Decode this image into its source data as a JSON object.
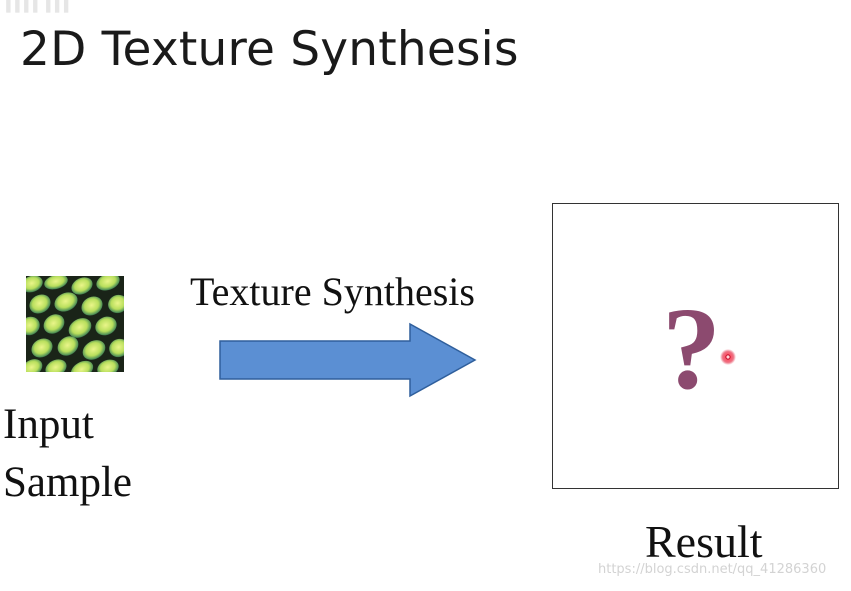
{
  "slide": {
    "top_mark": "▐▐▐▐ ▐▐▐",
    "title": "2D Texture Synthesis",
    "input_label_line1": "Input",
    "input_label_line2": "Sample",
    "arrow_caption": "Texture Synthesis",
    "result_symbol": "?",
    "result_label": "Result",
    "watermark": "https://blog.csdn.net/qq_41286360"
  },
  "colors": {
    "arrow_fill": "#5b8fd3",
    "arrow_stroke": "#2f5f9c",
    "question_mark": "#8c4a6f",
    "texture_dark": "#1f2a1c",
    "texture_light": "#c9e86a",
    "texture_mid": "#4d8f57",
    "laser": "#e21e3a"
  },
  "icons": {
    "arrow": "right-block-arrow",
    "sample": "cellular-texture-image",
    "pointer": "laser-pointer-dot"
  }
}
